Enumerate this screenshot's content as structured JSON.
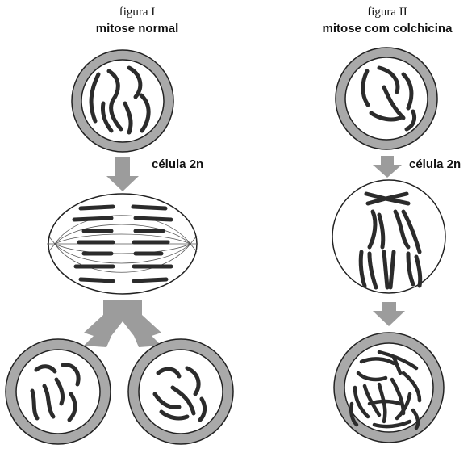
{
  "figure1": {
    "title": "figura I",
    "subtitle": "mitose normal",
    "arrow_label": "célula 2n"
  },
  "figure2": {
    "title": "figura II",
    "subtitle": "mitose com colchicina",
    "arrow_label": "célula 2n"
  },
  "colors": {
    "cell_ring": "#a9a9a9",
    "cell_outline": "#222222",
    "arrow": "#9c9c9c",
    "chromosome": "#2b2b2b",
    "spindle": "#555555"
  }
}
